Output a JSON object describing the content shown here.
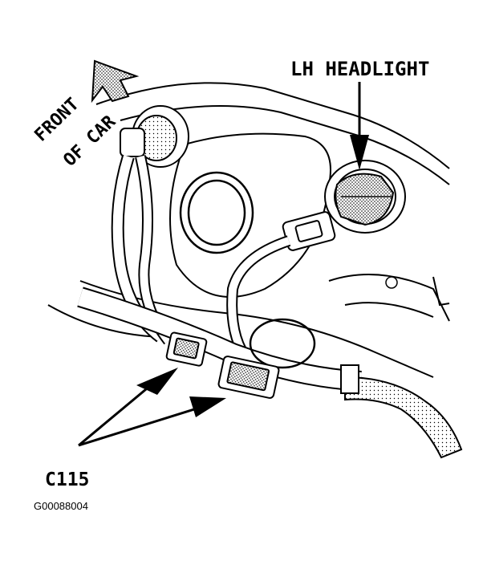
{
  "labels": {
    "front_line1": "FRONT",
    "front_line2": "OF CAR",
    "headlight": "LH HEADLIGHT",
    "connector": "C115",
    "figure_ref": "G00088004"
  }
}
